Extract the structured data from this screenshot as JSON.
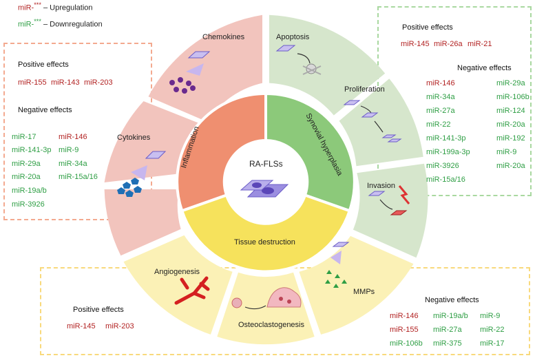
{
  "legend": {
    "up_prefix": "miR-",
    "up_stars": "***",
    "up_label": "– Upregulation",
    "down_prefix": "miR-",
    "down_stars": "***",
    "down_label": "– Downregulation"
  },
  "colors": {
    "up": "#b22222",
    "down": "#2e9e44",
    "inflammation": "#ef8f70",
    "synovial": "#8cc97a",
    "tissue": "#f6e25c",
    "box_orange": "#f3a98f",
    "box_green": "#a9d8a0",
    "box_yellow": "#f8d97c"
  },
  "center": {
    "label": "RA-FLSs"
  },
  "inner": {
    "inflammation": "Inflammation",
    "synovial": "Synovial hyperplasia",
    "tissue": "Tissue destruction"
  },
  "outer": {
    "chemokines": "Chemokines",
    "cytokines": "Cytokines",
    "apoptosis": "Apoptosis",
    "proliferation": "Proliferation",
    "invasion": "Invasion",
    "mmps": "MMPs",
    "osteoclastogenesis": "Osteoclastogenesis",
    "angiogenesis": "Angiogenesis"
  },
  "inflammation_box": {
    "positive_title": "Positive effects",
    "positive": [
      "miR-155",
      "miR-143",
      "miR-203"
    ],
    "negative_title": "Negative effects",
    "neg_col1": [
      "miR-17",
      "miR-141-3p",
      "miR-29a",
      "miR-20a",
      "miR-19a/b",
      "miR-3926"
    ],
    "neg_col2": [
      "miR-146",
      "miR-9",
      "miR-34a",
      "miR-15a/16"
    ]
  },
  "synovial_box": {
    "positive_title": "Positive effects",
    "positive": [
      "miR-145",
      "miR-26a",
      "miR-21"
    ],
    "negative_title": "Negative effects",
    "neg_col1": [
      "miR-146",
      "miR-34a",
      "miR-27a",
      "miR-22",
      "miR-141-3p",
      "miR-199a-3p",
      "miR-3926",
      "miR-15a/16"
    ],
    "neg_col2": [
      "miR-29a",
      "miR-106b",
      "miR-124",
      "miR-20a",
      "miR-192",
      "miR-9",
      "miR-20a"
    ]
  },
  "tissue_box": {
    "positive_title": "Positive effects",
    "positive": [
      "miR-145",
      "miR-203"
    ],
    "negative_title": "Negative effects",
    "neg_col1": [
      "miR-146",
      "miR-155",
      "miR-106b"
    ],
    "neg_col2": [
      "miR-19a/b",
      "miR-27a",
      "miR-375"
    ],
    "neg_col3": [
      "miR-9",
      "miR-22",
      "miR-17"
    ]
  }
}
